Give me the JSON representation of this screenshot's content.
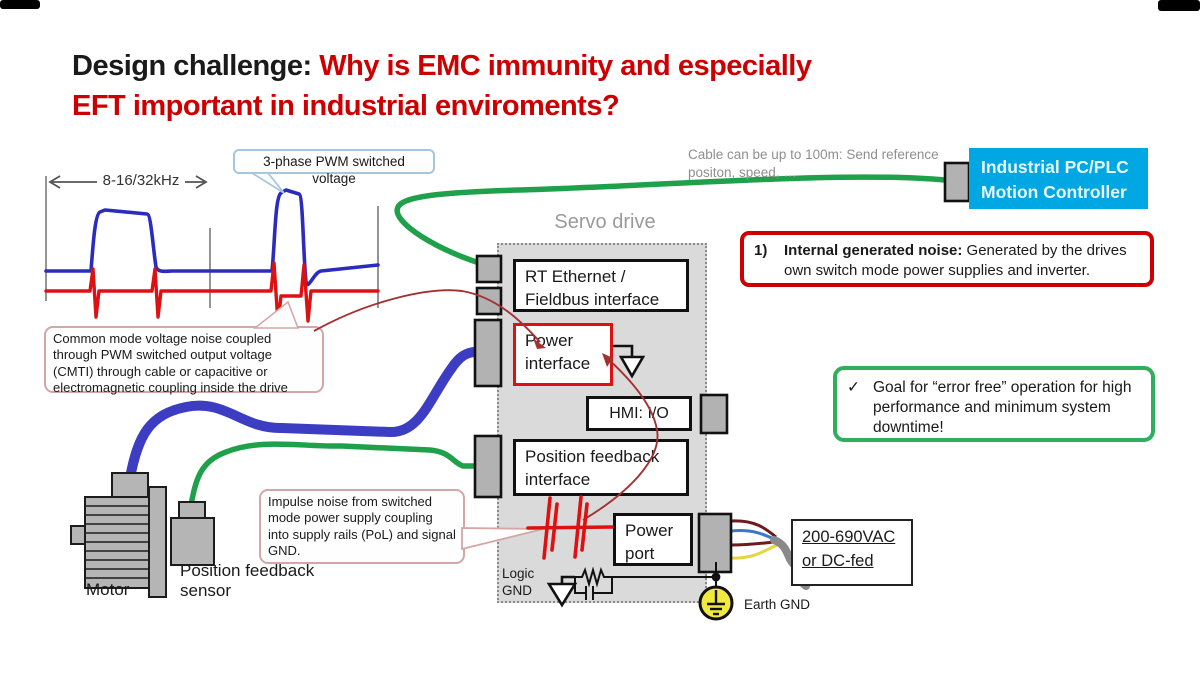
{
  "title": {
    "prefix": "Design challenge: ",
    "red1": "Why is EMC immunity and especially",
    "red2": "EFT important in industrial enviroments?"
  },
  "waveform": {
    "freq": "8-16/32kHz",
    "pwm_callout": "3-phase PWM switched voltage",
    "cmti_callout": "Common mode voltage noise coupled through PWM switched output voltage (CMTI) through cable or capacitive or electromagnetic coupling inside the drive"
  },
  "cable_note": "Cable can be up to 100m: Send reference positon, speed, …",
  "controller": {
    "line1": "Industrial PC/PLC",
    "line2": "Motion Controller"
  },
  "servo": {
    "title": "Servo drive",
    "eth1": "RT Ethernet /",
    "eth2": "Fieldbus interface",
    "pif1": "Power",
    "pif2": "interface",
    "hmi": "HMI: I/O",
    "pos1": "Position feedback",
    "pos2": "interface",
    "port1": "Power",
    "port2": "port"
  },
  "noise_note": {
    "num": "1)",
    "bold": "Internal generated noise:",
    "rest": " Generated by the drives own switch mode power supplies and inverter."
  },
  "goal_note": {
    "check": "✓",
    "text": "Goal for “error free” operation for high performance and minimum system downtime!"
  },
  "impulse_callout": "Impulse noise from switched mode power supply coupling into supply rails (PoL) and signal GND.",
  "labels": {
    "motor": "Motor",
    "sensor": "Position feedback sensor",
    "logic1": "Logic",
    "logic2": "GND",
    "earth": "Earth GND",
    "supply1": "200-690VAC",
    "supply2": "or DC-fed"
  },
  "colors": {
    "title_red": "#cc0000",
    "controller_bg": "#00a7e3",
    "pwm_blue": "#2b2bbd",
    "noise_red": "#dd1111",
    "cable_blue": "#3d3dc4",
    "cable_green": "#1fa14b",
    "goal_green": "#2fae5b",
    "earth_yellow": "#f2e93e"
  }
}
